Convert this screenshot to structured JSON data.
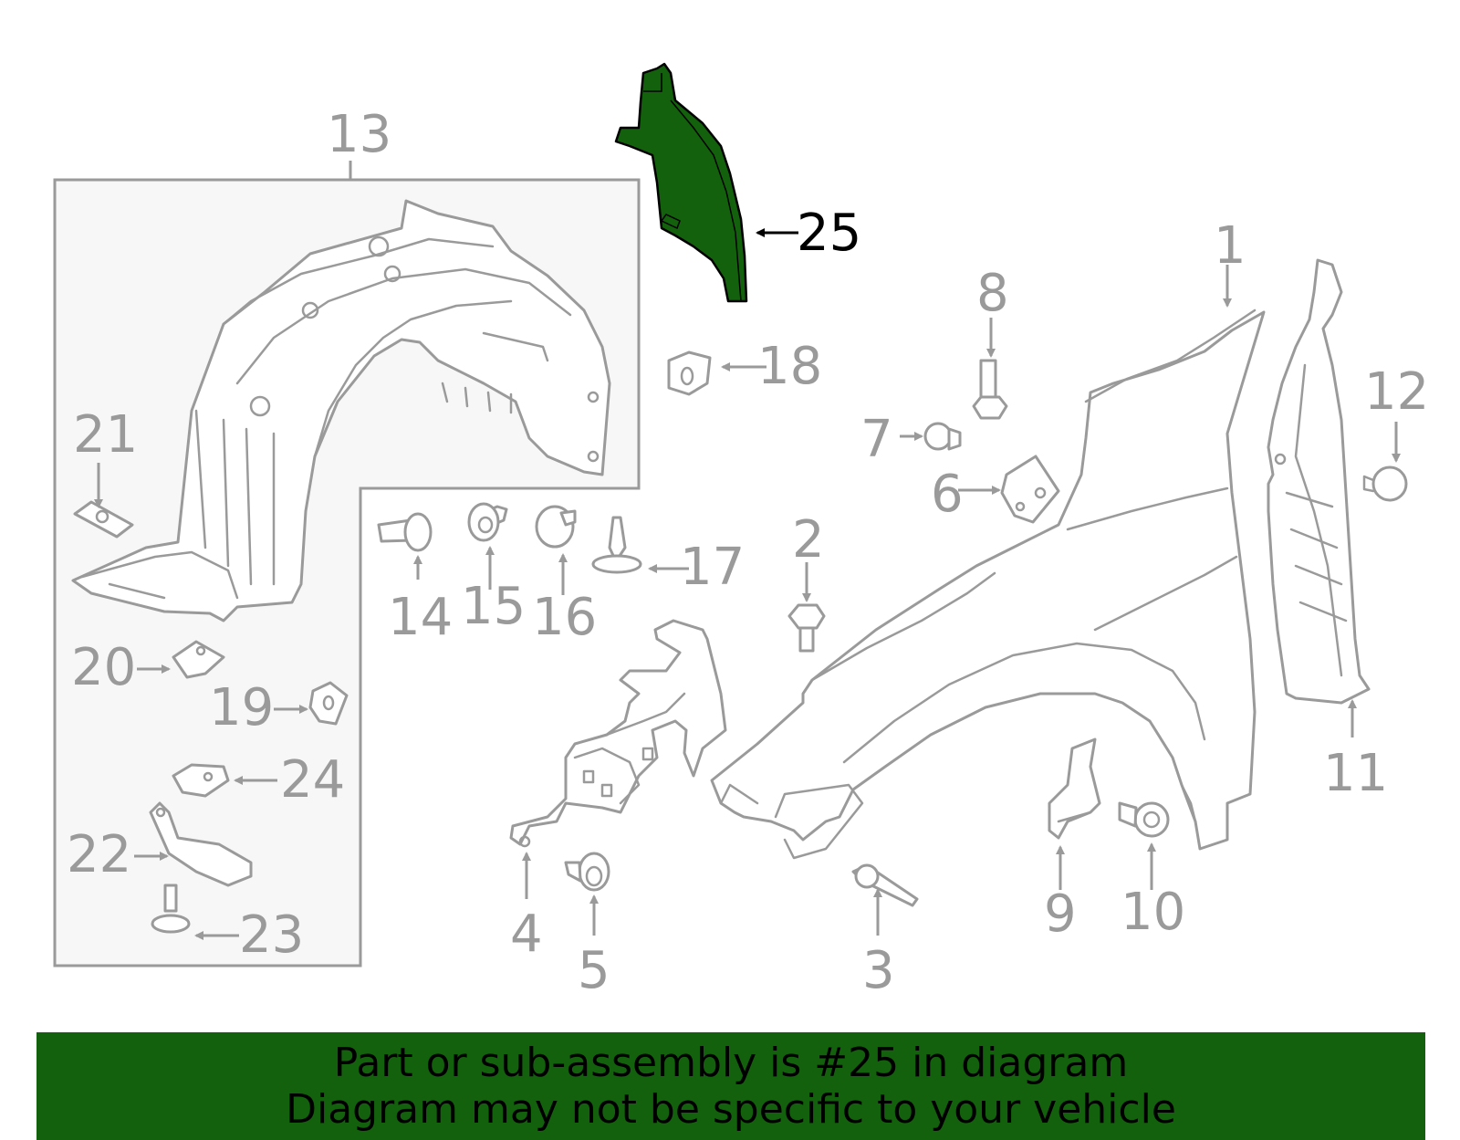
{
  "diagram": {
    "highlight_color": "#14610d",
    "line_color": "#9a9a9a",
    "callouts": {
      "c1": "1",
      "c2": "2",
      "c3": "3",
      "c4": "4",
      "c5": "5",
      "c6": "6",
      "c7": "7",
      "c8": "8",
      "c9": "9",
      "c10": "10",
      "c11": "11",
      "c12": "12",
      "c13": "13",
      "c14": "14",
      "c15": "15",
      "c16": "16",
      "c17": "17",
      "c18": "18",
      "c19": "19",
      "c20": "20",
      "c21": "21",
      "c22": "22",
      "c23": "23",
      "c24": "24",
      "c25": "25"
    }
  },
  "banner": {
    "line1": "Part or sub-assembly is #25 in diagram",
    "line2": "Diagram may not be specific to your vehicle",
    "background": "#14610d"
  }
}
